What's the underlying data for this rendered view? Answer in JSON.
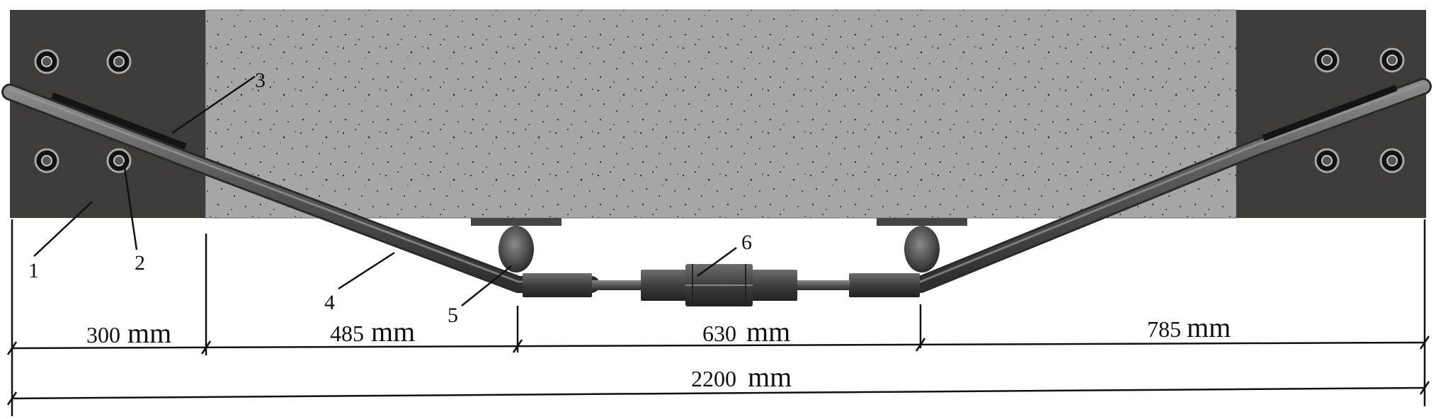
{
  "labels": {
    "callout_1": "1",
    "callout_2": "2",
    "callout_3": "3",
    "callout_4": "4",
    "callout_5": "5",
    "callout_6": "6"
  },
  "dimensions": {
    "seg_1": {
      "value": "300",
      "unit": "mm"
    },
    "seg_2": {
      "value": "485",
      "unit": "mm"
    },
    "seg_3": {
      "value": "630",
      "unit": "mm"
    },
    "seg_4": {
      "value": "785",
      "unit": "mm"
    },
    "total": {
      "value": "2200",
      "unit": "mm"
    }
  },
  "colors": {
    "end_plate": "#3d3c38",
    "concrete": "#a5a5a5",
    "tendon": "#555555",
    "line": "#111111"
  }
}
